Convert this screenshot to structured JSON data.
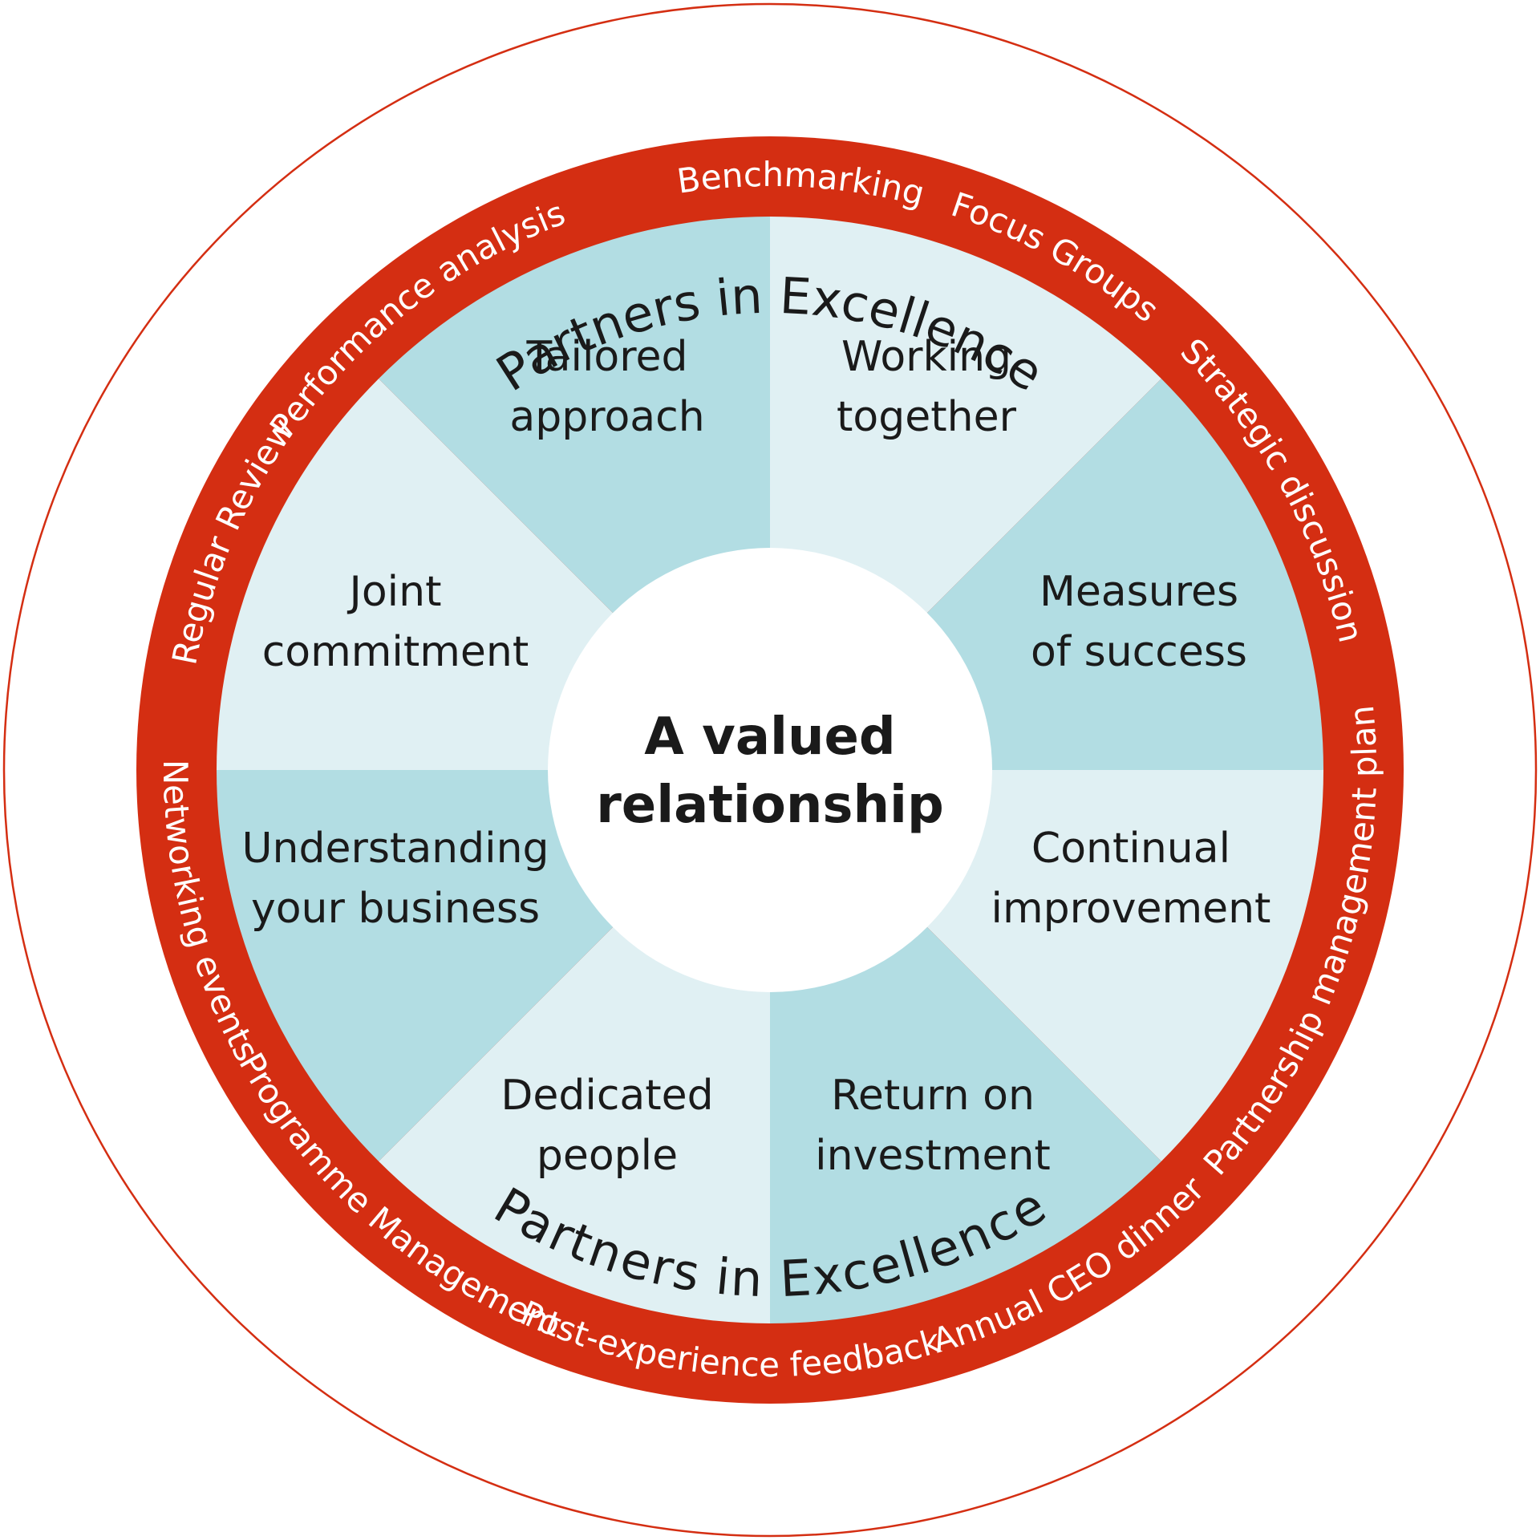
{
  "outer_title_top": "Partners in Excellence",
  "outer_title_bottom": "Partners in Excellence",
  "center_title": {
    "line1": "A valued",
    "line2": "relationship"
  },
  "ring_items": [
    "Performance analysis",
    "Benchmarking",
    "Focus Groups",
    "Strategic discussion",
    "Partnership management plan",
    "Annual CEO dinner",
    "Post-experience feedback",
    "Programme Management",
    "Networking events",
    "Regular Review"
  ],
  "segments": [
    {
      "line1": "Working",
      "line2": "together"
    },
    {
      "line1": "Measures",
      "line2": "of success"
    },
    {
      "line1": "Continual",
      "line2": "improvement"
    },
    {
      "line1": "Return on",
      "line2": "investment"
    },
    {
      "line1": "Dedicated",
      "line2": "people"
    },
    {
      "line1": "Understanding",
      "line2": "your business"
    },
    {
      "line1": "Joint",
      "line2": "commitment"
    },
    {
      "line1": "Tailored",
      "line2": "approach"
    }
  ],
  "colors": {
    "ring_red": "#d42e12",
    "segment_dark": "#b2dde3",
    "segment_light": "#e0f0f3",
    "text_dark": "#1a1a1a",
    "ring_text": "#ffffff"
  }
}
